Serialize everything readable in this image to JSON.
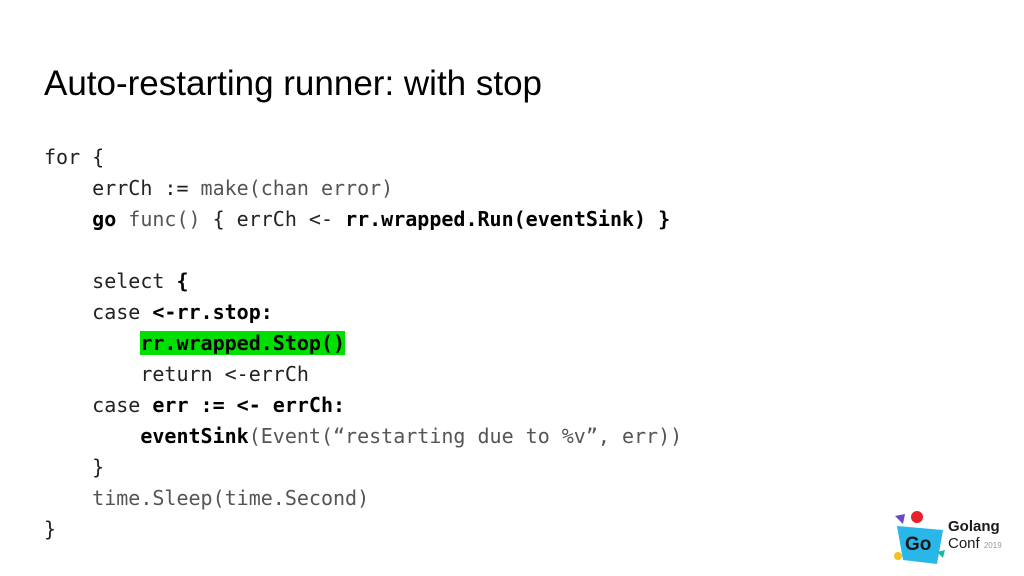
{
  "slide": {
    "title": "Auto-restarting runner: with stop"
  },
  "code": {
    "l1_a": "for {",
    "l2_a": "    errCh := ",
    "l2_b": "make(chan error)",
    "l3_a": "go",
    "l3_b": " func()",
    "l3_c": " { errCh <- ",
    "l3_d": "rr.wrapped.Run(eventSink) }",
    "l5_a": "    select ",
    "l5_b": "{",
    "l6_a": "    case ",
    "l6_b": "<-rr.stop:",
    "l7_b": "rr.wrapped.Stop()",
    "l8_a": "        return <-errCh",
    "l9_a": "    case ",
    "l9_b": "err := <- errCh:",
    "l10_b": "eventSink",
    "l10_c": "(Event(“restarting due to %v”, err))",
    "l11_a": "    }",
    "l12_b": "time.Sleep(time.Second)",
    "l13_a": "}"
  },
  "logo": {
    "badge": "Go",
    "line1": "Golang",
    "line2": "Conf",
    "year": "2019",
    "colors": {
      "blue": "#29b6e8",
      "red": "#e8202a",
      "purple": "#6a4bbf",
      "yellow": "#f4c21b",
      "teal": "#1fb5a5"
    }
  }
}
